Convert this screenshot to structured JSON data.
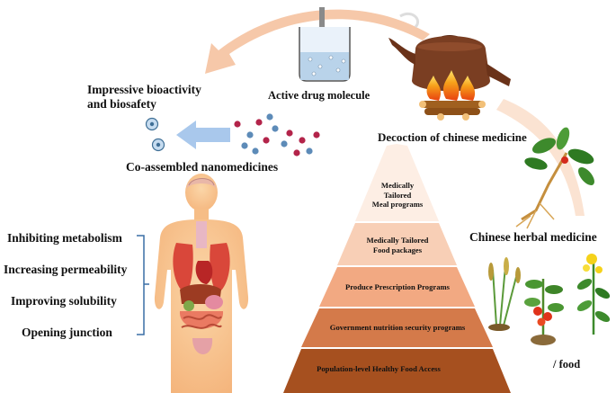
{
  "labels": {
    "bioactivity": "Impressive bioactivity\nand biosafety",
    "active_drug": "Active drug molecule",
    "decoction": "Decoction of chinese medicine",
    "nanomedicines": "Co-assembled nanomedicines",
    "herbal": "Chinese herbal medicine",
    "food": "/ food"
  },
  "effects": [
    "Inhibiting metabolism",
    "Increasing permeability",
    "Improving solubility",
    "Opening junction"
  ],
  "pyramid": {
    "tiers": [
      {
        "label": "Medically\nTailored\nMeal programs",
        "color": "#fdeee4"
      },
      {
        "label": "Medically Tailored\nFood packages",
        "color": "#f8cfb6"
      },
      {
        "label": "Produce Prescription  Programs",
        "color": "#f2a982"
      },
      {
        "label": "Government nutrition  security programs",
        "color": "#d47a4a"
      },
      {
        "label": "Population-level Healthy Food Access",
        "color": "#a6501f"
      }
    ]
  },
  "colors": {
    "arrow": "#f6c8a9",
    "skin": "#f9c894",
    "organ_red": "#d9473a",
    "bracket": "#3a6ea5",
    "nano_arrow": "#a9c8ec",
    "pot": "#7a3e22",
    "flame": "#f7a21b"
  },
  "icons": [
    "beaker-icon",
    "teapot-icon",
    "fire-icon",
    "nanoparticle-icon",
    "human-body-icon",
    "ginseng-icon",
    "rice-plant-icon",
    "tomato-plant-icon",
    "flower-plant-icon"
  ]
}
